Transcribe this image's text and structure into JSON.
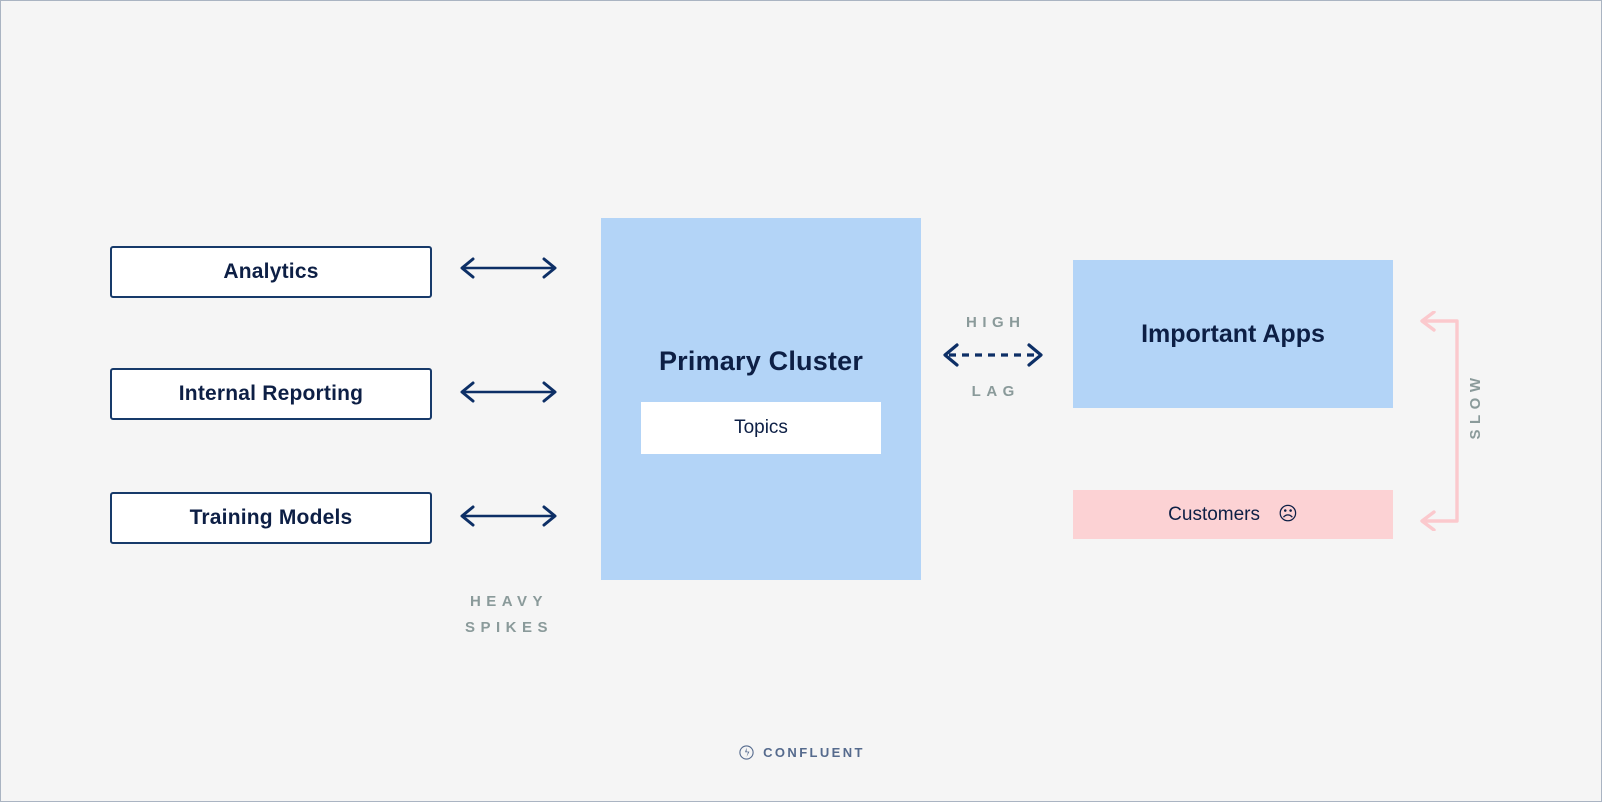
{
  "diagram": {
    "title": "Confluent single primary cluster bottleneck diagram",
    "background_color": "#f5f5f5",
    "colors": {
      "navy": "#0d1f45",
      "border_navy": "#173a6a",
      "cluster_blue": "#b3d4f7",
      "customer_pink": "#fcd2d4",
      "slow_arrow_pink": "#fbc9cd",
      "caption_gray": "#8a9a9a"
    }
  },
  "sources": {
    "items": [
      {
        "label": "Analytics"
      },
      {
        "label": "Internal Reporting"
      },
      {
        "label": "Training Models"
      }
    ],
    "arrow_icon": "double-headed-arrow",
    "caption_lines": [
      "HEAVY",
      "SPIKES"
    ]
  },
  "cluster": {
    "title": "Primary Cluster",
    "topics_label": "Topics"
  },
  "lag": {
    "top_word": "HIGH",
    "bottom_word": "LAG",
    "arrow_icon": "dashed-double-headed-arrow"
  },
  "consumers": {
    "apps_label": "Important Apps",
    "customers_label": "Customers",
    "customers_emoji": "☹",
    "slow_label": "SLOW",
    "slow_arrow_icon": "pink-bracket-double-arrow"
  },
  "footer": {
    "brand": "CONFLUENT",
    "logo_icon": "confluent-logo-icon"
  }
}
